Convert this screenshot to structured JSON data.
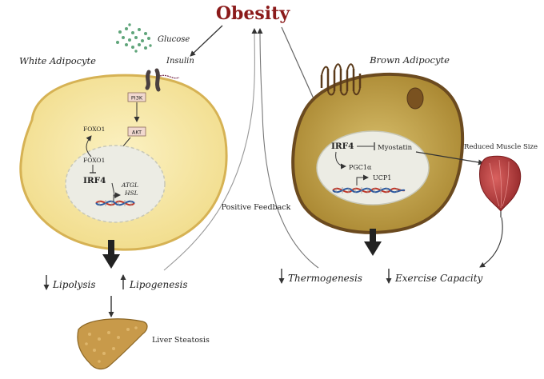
{
  "title": "Obesity",
  "white_adipocyte": {
    "label": "White Adipocyte",
    "glucose": "Glucose",
    "insulin": "Insulin",
    "pi3k": "PI3K",
    "akt": "AKT",
    "foxo1_cytoplasm": "FOXO1",
    "foxo1_nucleus": "FOXO1",
    "irf4": "IRF4",
    "atgl": "ATGL",
    "hsl": "HSL"
  },
  "brown_adipocyte": {
    "label": "Brown Adipocyte",
    "irf4": "IRF4",
    "myostatin": "Myostatin",
    "pgc1a": "PGC1α",
    "ucp1": "UCP1"
  },
  "muscle": {
    "label": "Reduced Muscle Size"
  },
  "feedback": {
    "label": "Positive Feedback"
  },
  "outcomes": {
    "lipolysis": "Lipolysis",
    "lipogenesis": "Lipogenesis",
    "thermogenesis": "Thermogenesis",
    "exercise_capacity": "Exercise Capacity",
    "liver_steatosis": "Liver Steatosis"
  },
  "colors": {
    "title": "#8b1a1a",
    "white_cell_fill": "#f6e7a0",
    "white_cell_border": "#d8b857",
    "brown_cell_fill": "#c9a84a",
    "brown_cell_border": "#6b4a1f",
    "nucleus_fill": "#eeeee6",
    "muscle": "#b3393b",
    "liver": "#c89a4a"
  }
}
